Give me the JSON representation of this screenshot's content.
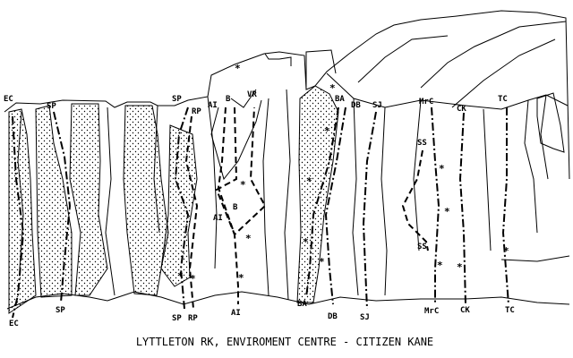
{
  "caption": "LYTTLETON RK, ENVIROMENT CENTRE - CITIZEN KANE",
  "labels": {
    "ec": "EC",
    "sp": "SP",
    "rp": "RP",
    "ai": "AI",
    "b": "B",
    "vr": "VR",
    "ba": "BA",
    "db": "DB",
    "sj": "SJ",
    "mrc": "MrC",
    "ss": "SS",
    "ck": "CK",
    "tc": "TC"
  },
  "star": "*"
}
